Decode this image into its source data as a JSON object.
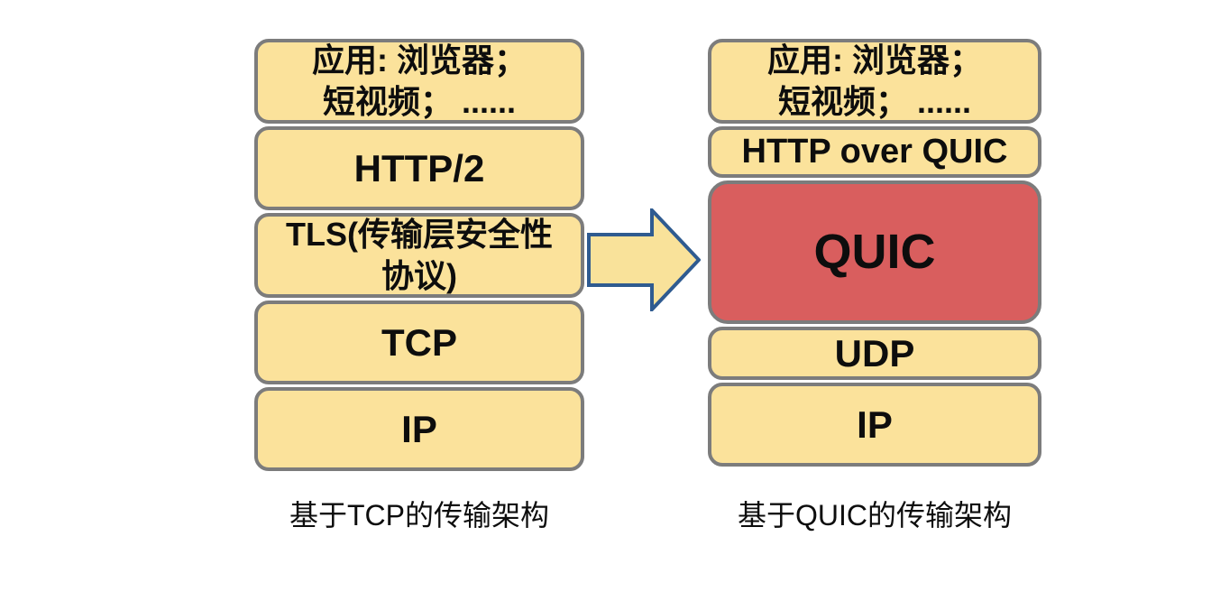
{
  "colors": {
    "background": "#FFFFFF",
    "box_fill": "#FBE29B",
    "box_border": "#7C7C7C",
    "quic_fill": "#D95E5E",
    "arrow_fill": "#F9E29A",
    "arrow_border": "#2F5B90",
    "text": "#0D0D0D"
  },
  "left_stack": {
    "caption": "基于TCP的传输架构",
    "layers": [
      {
        "label": "应用: 浏览器；\n短视频； ......"
      },
      {
        "label": "HTTP/2"
      },
      {
        "label": "TLS(传输层安全性\n协议)"
      },
      {
        "label": "TCP"
      },
      {
        "label": "IP"
      }
    ]
  },
  "right_stack": {
    "caption": "基于QUIC的传输架构",
    "layers": [
      {
        "label": "应用: 浏览器；\n短视频； ......"
      },
      {
        "label": "HTTP over QUIC"
      },
      {
        "label": "QUIC",
        "highlighted": true
      },
      {
        "label": "UDP"
      },
      {
        "label": "IP"
      }
    ]
  },
  "arrow": {
    "direction": "right",
    "meaning": "transition from TCP stack to QUIC stack"
  }
}
